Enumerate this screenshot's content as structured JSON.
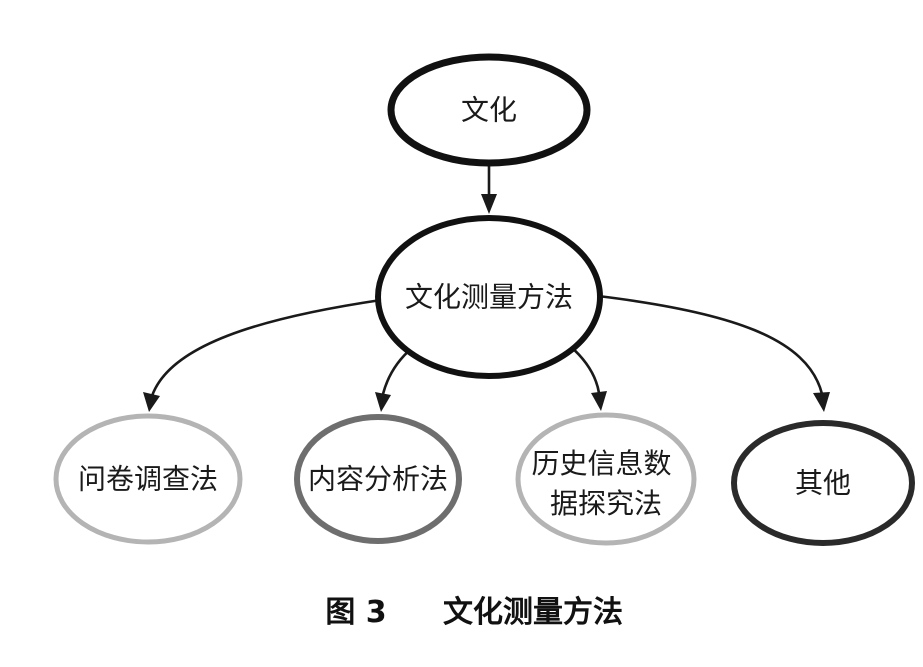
{
  "diagram": {
    "root": {
      "label": "文化",
      "border_color": "#111111"
    },
    "method": {
      "label": "文化测量方法",
      "border_color": "#111111"
    },
    "leaves": [
      {
        "lines": [
          "问卷调查法"
        ],
        "border_color": "#b4b4b4"
      },
      {
        "lines": [
          "内容分析法"
        ],
        "border_color": "#6e6e6e"
      },
      {
        "lines": [
          "历史信息数",
          "据探究法"
        ],
        "border_color": "#b4b4b4"
      },
      {
        "lines": [
          "其他"
        ],
        "border_color": "#2a2a2a"
      }
    ]
  },
  "caption": {
    "figure_number": "图 3",
    "title": "文化测量方法"
  }
}
